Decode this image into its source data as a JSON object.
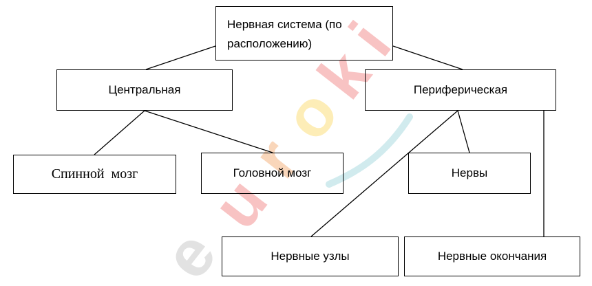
{
  "diagram": {
    "nodes": {
      "root": "Нервная система (по расположению)",
      "central": "Центральная",
      "peripheral": "Периферическая",
      "spinal_cord": "Спинной  мозг",
      "brain": "Головной мозг",
      "nerves": "Нервы",
      "ganglia": "Нервные узлы",
      "endings": "Нервные окончания"
    },
    "edges": [
      [
        "root",
        "central"
      ],
      [
        "root",
        "peripheral"
      ],
      [
        "central",
        "spinal_cord"
      ],
      [
        "central",
        "brain"
      ],
      [
        "peripheral",
        "nerves"
      ],
      [
        "peripheral",
        "ganglia"
      ],
      [
        "peripheral",
        "endings"
      ]
    ]
  },
  "watermark": {
    "text": "euroki",
    "colors": [
      "#d8d8d8",
      "#f4a8a8",
      "#fde28a",
      "#f4a8a8",
      "#b9dde3"
    ]
  }
}
